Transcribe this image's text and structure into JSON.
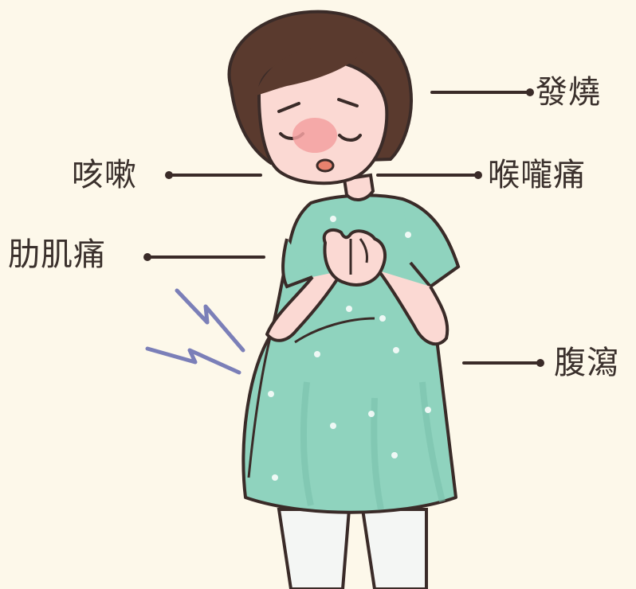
{
  "symptoms": {
    "fever": "發燒",
    "cough": "咳嗽",
    "sore_throat": "喉嚨痛",
    "rib_pain": "肋肌痛",
    "diarrhea": "腹瀉"
  },
  "colors": {
    "background": "#fdf8ea",
    "hair": "#5a3a2e",
    "skin": "#fbd9d3",
    "dress": "#8fd3be",
    "outline": "#3a2b28",
    "lightning": "#7b7fb8"
  }
}
